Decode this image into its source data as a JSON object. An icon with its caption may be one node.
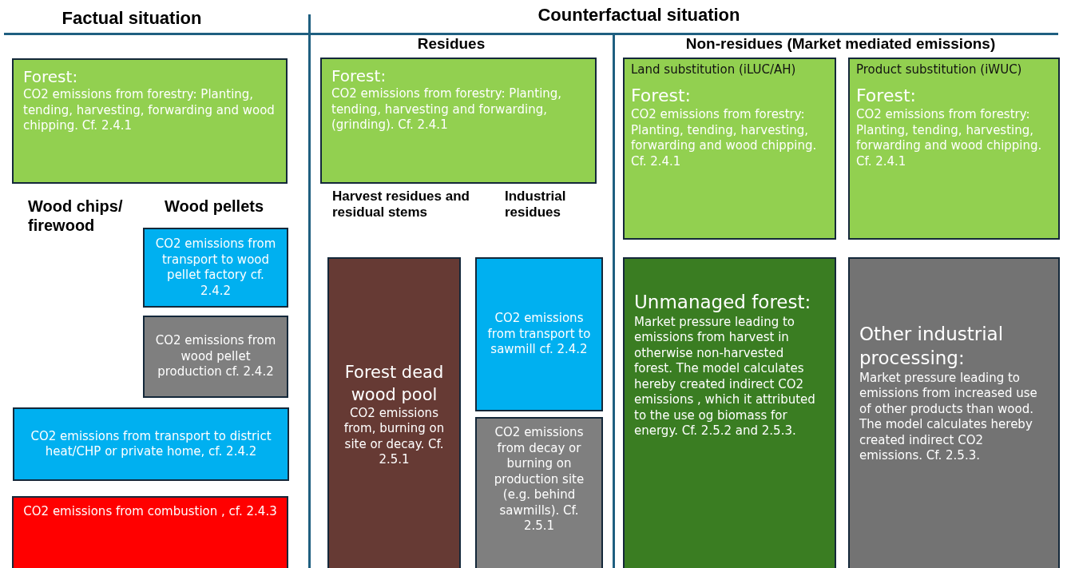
{
  "diagram": {
    "nodes": [
      {
        "text": [
          "Forest:",
          "CO2 emissions from forestry: Planting, tending, harvesting, forwarding and wood chipping. Cf. 2.4.1"
        ]
      },
      {
        "text": [
          "CO2 emissions from  transport to wood pellet factory cf. 2.4.2"
        ]
      },
      {
        "text": [
          "CO2 emissions from wood pellet production cf. 2.4.2"
        ]
      },
      {
        "text": [
          "CO2 emissions from transport to district heat/CHP or private home, cf. 2.4.2"
        ]
      },
      {
        "text": [
          "CO2 emissions from combustion , cf. 2.4.3"
        ]
      },
      {
        "text": [
          "Forest:",
          "CO2 emissions from forestry: Planting, tending, harvesting and forwarding, (grinding). Cf. 2.4.1"
        ]
      },
      {
        "text": [
          "Forest dead wood pool",
          "CO2 emissions from, burning on site or decay. Cf.  2.5.1"
        ]
      },
      {
        "text": [
          "CO2 emissions from transport to sawmill cf. 2.4.2"
        ]
      },
      {
        "text": [
          "CO2 emissions from decay or burning on production site (e.g. behind sawmills). Cf. 2.5.1"
        ]
      },
      {
        "text": [
          "Land substitution (iLUC/AH)",
          "Forest:",
          "CO2 emissions from forestry: Planting, tending, harvesting, forwarding and wood chipping. Cf. 2.4.1"
        ]
      },
      {
        "text": [
          "Product substitution (iWUC)",
          "Forest:",
          "CO2 emissions from forestry: Planting, tending, harvesting, forwarding and wood chipping. Cf. 2.4.1"
        ]
      },
      {
        "text": [
          "Unmanaged forest:",
          "Market pressure leading to emissions from harvest in otherwise non-harvested forest. The model calculates hereby created indirect CO2 emissions , which it attributed to the use og biomass for energy. Cf. 2.5.2 and 2.5.3."
        ]
      },
      {
        "text": [
          "Other industrial processing:",
          "Market pressure leading to emissions from increased use of other products than wood. The model calculates hereby created indirect CO2 emissions. Cf. 2.5.3."
        ]
      }
    ],
    "labels": [
      "Factual situation",
      "Counterfactual situation",
      "Residues",
      "Non-residues (Market mediated emissions)",
      "Wood chips/ firewood",
      "Wood pellets",
      "Harvest residues and residual stems",
      "Industrial residues"
    ]
  }
}
